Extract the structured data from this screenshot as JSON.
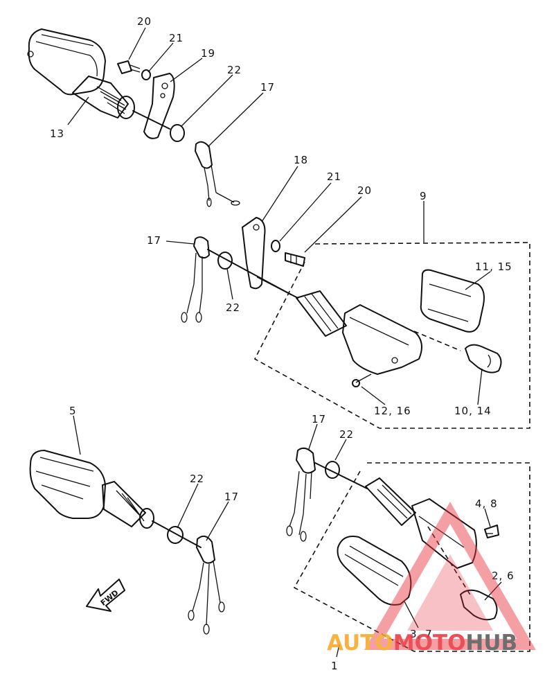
{
  "callouts": {
    "c20a": "20",
    "c21a": "21",
    "c19": "19",
    "c22a": "22",
    "c17a": "17",
    "c13": "13",
    "c18": "18",
    "c21b": "21",
    "c20b": "20",
    "c9": "9",
    "c17b": "17",
    "c22b": "22",
    "c11_15": "11, 15",
    "c10_14": "10, 14",
    "c12_16": "12, 16",
    "c5": "5",
    "c22c": "22",
    "c17c": "17",
    "c17d": "17",
    "c22d": "22",
    "c4_8": "4, 8",
    "c2_6": "2, 6",
    "c3_7": "3, 7",
    "c1": "1"
  },
  "direction_arrow": "FWD",
  "watermark": {
    "part1": "AUTO",
    "part2": "MOTO",
    "part3": "HUB"
  },
  "colors": {
    "line": "#111111",
    "wm_orange": "#f5a623",
    "wm_red": "#e8323c",
    "wm_gray": "#555555"
  }
}
